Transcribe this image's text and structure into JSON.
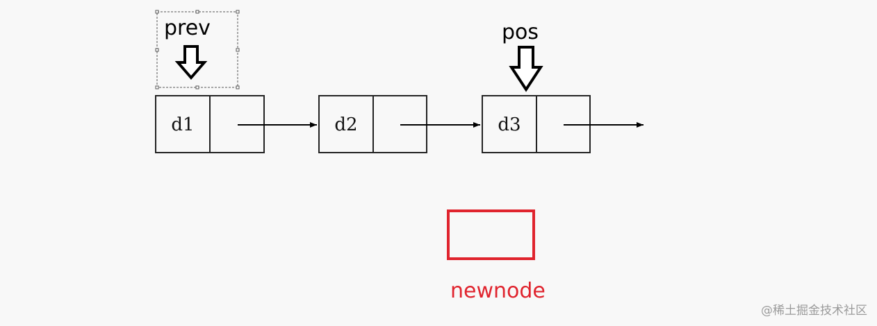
{
  "nodes": [
    {
      "label": "d1"
    },
    {
      "label": "d2"
    },
    {
      "label": "d3"
    }
  ],
  "pointers": {
    "prev": "prev",
    "pos": "pos"
  },
  "new_node": {
    "label": "newnode",
    "color": "#e0242e"
  },
  "watermark": "@稀土掘金技术社区"
}
